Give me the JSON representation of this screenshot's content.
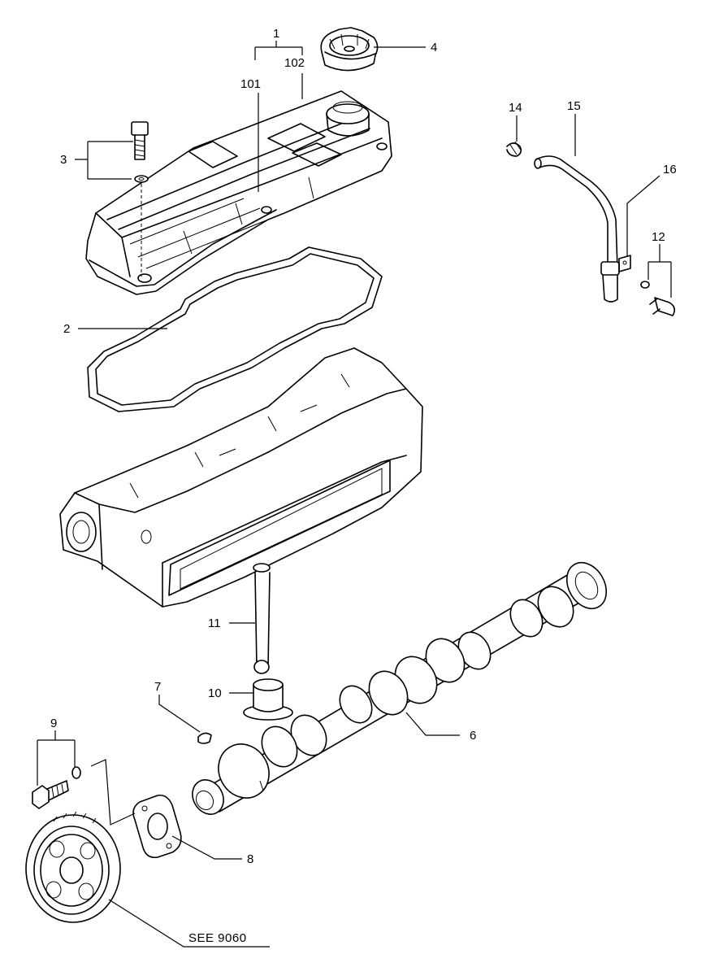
{
  "callouts": {
    "c1": "1",
    "c102": "102",
    "c101": "101",
    "c4": "4",
    "c3": "3",
    "c14": "14",
    "c15": "15",
    "c16": "16",
    "c12": "12",
    "c2": "2",
    "c11": "11",
    "c7": "7",
    "c10": "10",
    "c9": "9",
    "c6": "6",
    "c8": "8"
  },
  "reference": {
    "see": "SEE 9060"
  }
}
